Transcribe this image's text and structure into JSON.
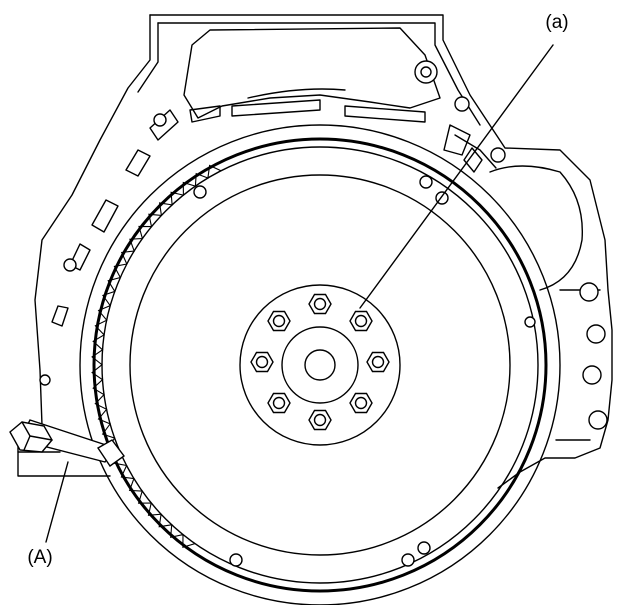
{
  "labels": {
    "a": "(a)",
    "A": "(A)"
  },
  "colors": {
    "line": "#000000",
    "background": "#ffffff"
  },
  "components": {
    "flywheel_bolts": 8,
    "ring_gear": "toothed-ring",
    "tool": "flywheel-stopper"
  }
}
